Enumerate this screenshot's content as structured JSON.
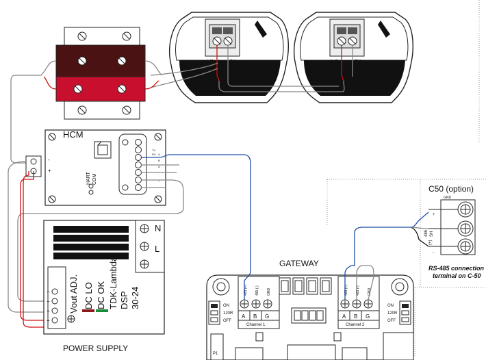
{
  "ncr": {
    "label_left": "NCR",
    "label_right": "NCR",
    "terminal_pos": "(+)1",
    "terminal_neg": "2(-)"
  },
  "hcm": {
    "title": "HCM",
    "minus": "-",
    "plus": "+",
    "hart": "HART",
    "com": "COM",
    "terminals": [
      "TX",
      "RX",
      "A",
      "B",
      "G",
      "-",
      "+"
    ]
  },
  "c50": {
    "title": "C50 (option)",
    "gnd": "GND",
    "plus": "+",
    "sh": "SH",
    "minus": "-",
    "term485": "485",
    "termplus": "(+)",
    "note1": "RS-485 connection",
    "note2": "terminal on C-50"
  },
  "power_supply": {
    "title": "POWER SUPPLY",
    "n": "N",
    "l": "L",
    "vout": "Vout ADJ.",
    "dclo": "DC LO",
    "dcok": "DC OK",
    "brand": "TDK-Lambda",
    "model1": "DSP",
    "model2": "30-24",
    "minus_sign": "−",
    "plus_sign": "+"
  },
  "gateway": {
    "title": "GATEWAY",
    "ch1_terms": [
      "485 (+)",
      "485 (-)",
      "GND"
    ],
    "ch2_terms": [
      "485 (+)",
      "485 (-)",
      "GND"
    ],
    "ch1_letters": [
      "A",
      "B",
      "G"
    ],
    "ch2_letters": [
      "A",
      "B",
      "G"
    ],
    "ch1_label": "Channel 1",
    "ch2_label": "Channel 2",
    "left_switch": [
      "ON",
      "120R",
      "OFF"
    ],
    "right_switch": [
      "ON",
      "120R",
      "OFF"
    ],
    "p1": "P1"
  },
  "colors": {
    "wire_blue": "#1f4fa8",
    "wire_red": "#d01010",
    "wire_gray": "#888888",
    "dark_red": "#4a1212",
    "red_block": "#c8102e"
  }
}
